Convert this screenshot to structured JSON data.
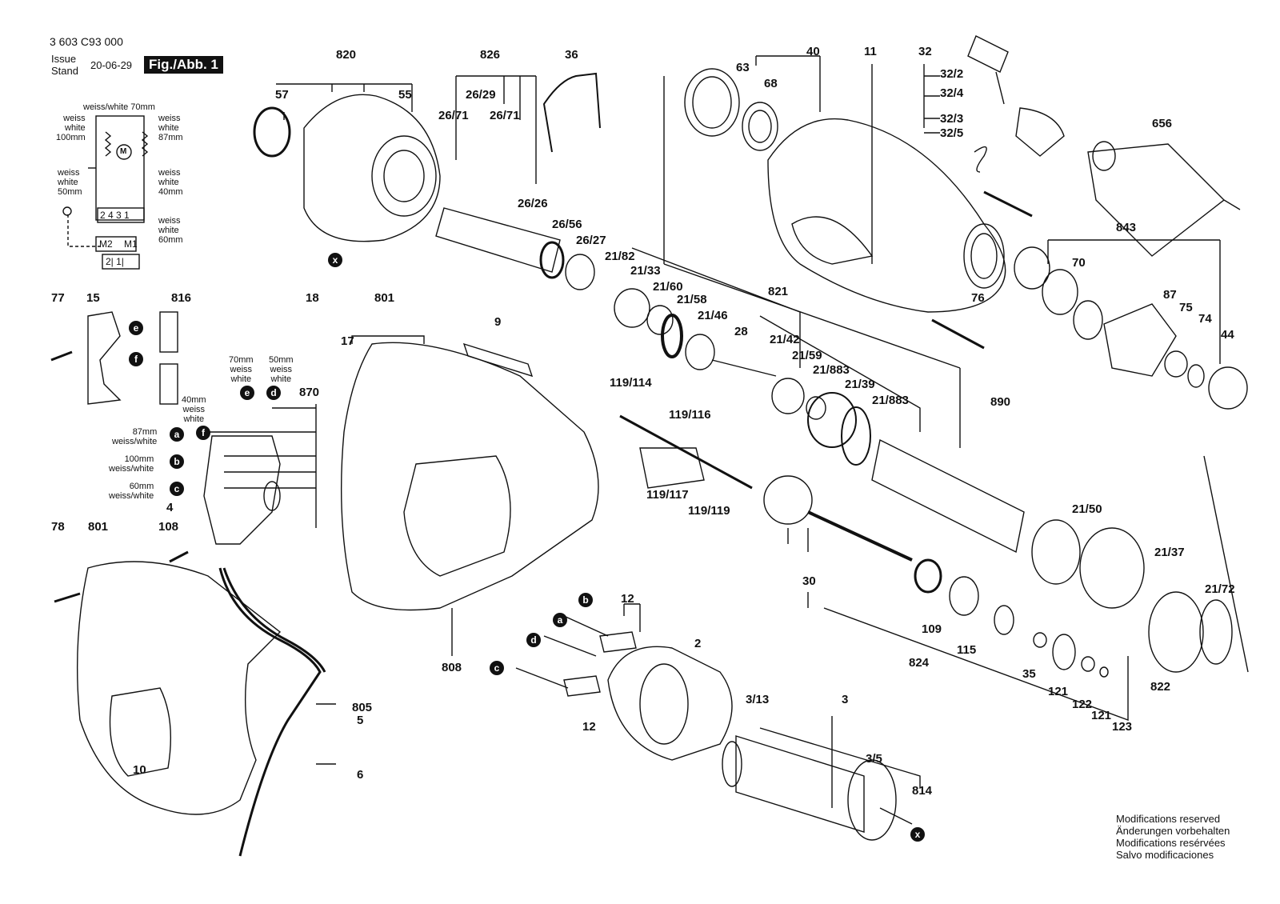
{
  "doc_number": "3 603 C93 000",
  "issue_label_1": "Issue",
  "issue_label_2": "Stand",
  "issue_date": "20-06-29",
  "fig_label": "Fig./Abb. 1",
  "notes": [
    "Modifications reserved",
    "Änderungen vorbehalten",
    "Modifications resérvées",
    "Salvo modificaciones"
  ],
  "wiring_labels": {
    "top": "weiss/white 70mm",
    "left_1": "weiss",
    "left_2": "white",
    "left_3": "100mm",
    "right_1": "weiss",
    "right_2": "white",
    "right_3": "87mm",
    "left2_1": "weiss",
    "left2_2": "white",
    "left2_3": "50mm",
    "right2_1": "weiss",
    "right2_2": "white",
    "right2_3": "40mm",
    "right3_1": "weiss",
    "right3_2": "white",
    "right3_3": "60mm",
    "terminals": "2 4 3 1",
    "m2": "M2",
    "m1": "M1",
    "bottom": "2| 1|",
    "motor": "M"
  },
  "switch_labels": {
    "w70_1": "70mm",
    "w70_2": "weiss",
    "w70_3": "white",
    "w50_1": "50mm",
    "w50_2": "weiss",
    "w50_3": "white",
    "w40_1": "40mm",
    "w40_2": "weiss",
    "w40_3": "white",
    "a_1": "87mm",
    "a_2": "weiss/white",
    "b_1": "100mm",
    "b_2": "weiss/white",
    "c_1": "60mm",
    "c_2": "weiss/white"
  },
  "markers": {
    "x": "x",
    "a": "a",
    "b": "b",
    "c": "c",
    "d": "d",
    "e": "e",
    "f": "f"
  },
  "parts": {
    "p820": "820",
    "p57": "57",
    "p55": "55",
    "p826": "826",
    "p26_29": "26/29",
    "p26_71a": "26/71",
    "p26_71b": "26/71",
    "p36": "36",
    "p40": "40",
    "p63": "63",
    "p68": "68",
    "p11": "11",
    "p32": "32",
    "p32_2": "32/2",
    "p32_4": "32/4",
    "p32_3": "32/3",
    "p32_5": "32/5",
    "p656": "656",
    "p26_26": "26/26",
    "p26_56": "26/56",
    "p26_27": "26/27",
    "p21_82": "21/82",
    "p21_33": "21/33",
    "p21_60": "21/60",
    "p21_58": "21/58",
    "p21_46": "21/46",
    "p28": "28",
    "p843": "843",
    "p70": "70",
    "p87": "87",
    "p75": "75",
    "p74": "74",
    "p44": "44",
    "p76": "76",
    "p77": "77",
    "p15": "15",
    "p816": "816",
    "p18": "18",
    "p801a": "801",
    "p9": "9",
    "p17": "17",
    "p821": "821",
    "p21_42": "21/42",
    "p21_59": "21/59",
    "p21_883a": "21/883",
    "p21_39": "21/39",
    "p21_883b": "21/883",
    "p890": "890",
    "p870": "870",
    "p119_114": "119/114",
    "p119_116": "119/116",
    "p119_117": "119/117",
    "p119_119": "119/119",
    "p4": "4",
    "p108": "108",
    "p78": "78",
    "p801b": "801",
    "p21_50": "21/50",
    "p21_37": "21/37",
    "p21_72": "21/72",
    "p30": "30",
    "p109": "109",
    "p115": "115",
    "p35": "35",
    "p121a": "121",
    "p122": "122",
    "p121b": "121",
    "p123": "123",
    "p824": "824",
    "p822": "822",
    "p808": "808",
    "p12a": "12",
    "p12b": "12",
    "p2": "2",
    "p805": "805",
    "p5": "5",
    "p6": "6",
    "p10": "10",
    "p3_13": "3/13",
    "p3": "3",
    "p3_5": "3/5",
    "p814": "814"
  }
}
